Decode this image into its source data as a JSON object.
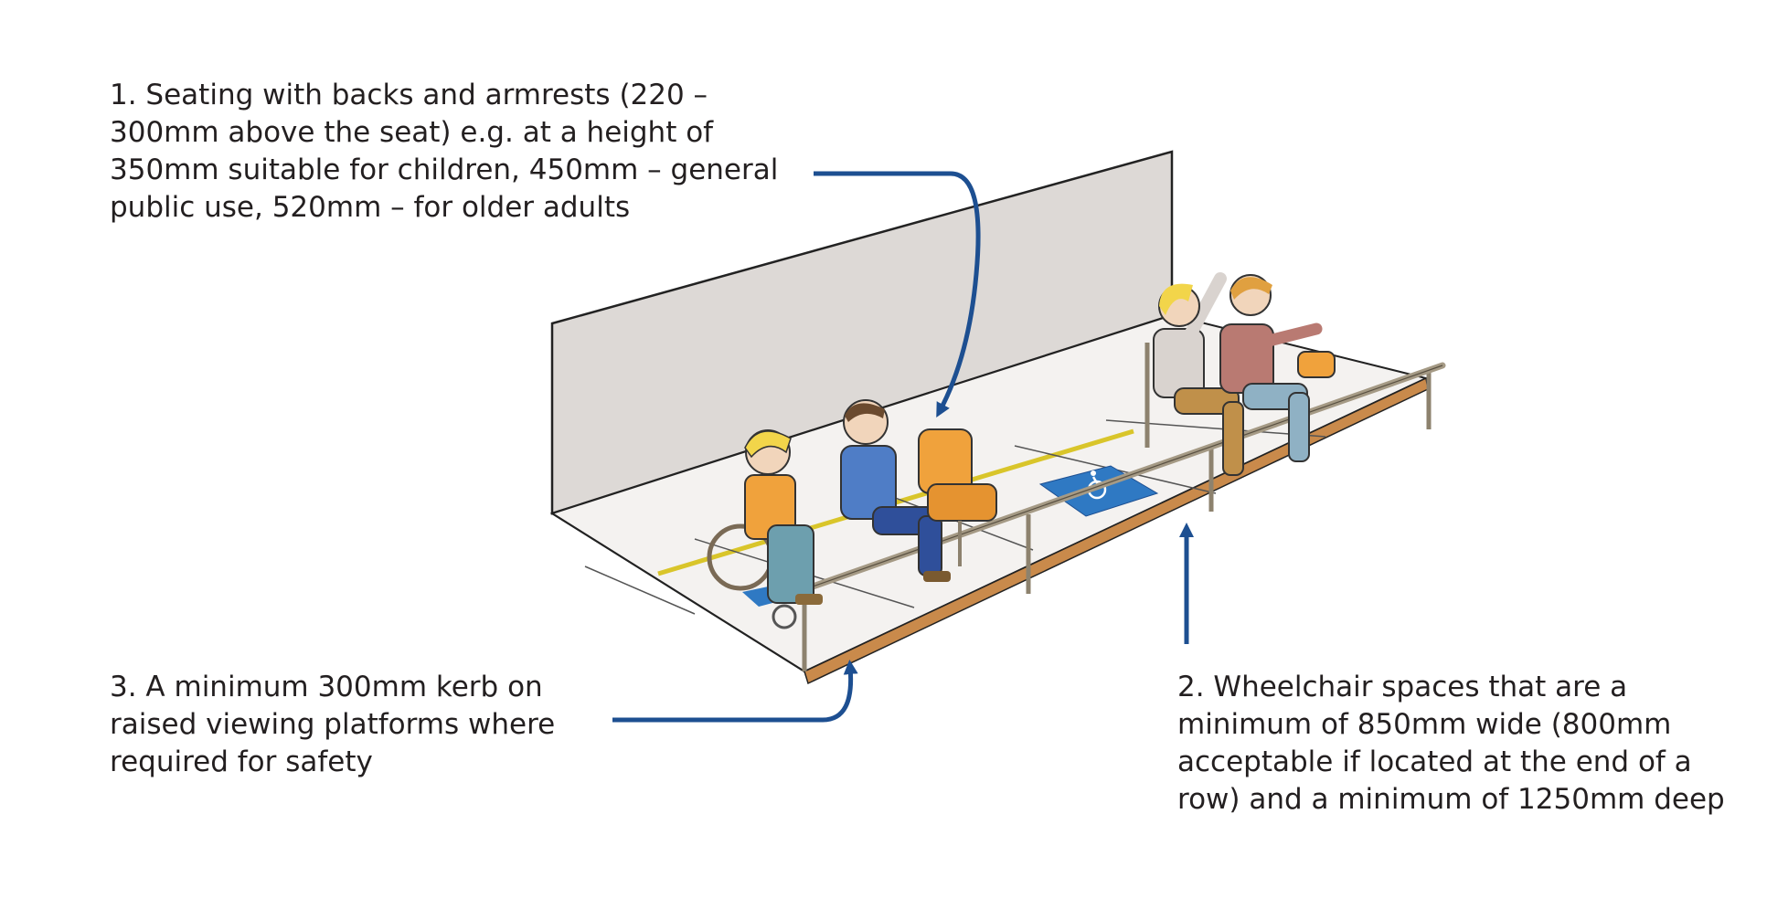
{
  "callouts": {
    "seating": {
      "lines": [
        "1.  Seating with backs and armrests (220 –",
        "300mm above the seat) e.g. at a height of",
        "350mm suitable for children, 450mm – general",
        "public use, 520mm – for older adults"
      ]
    },
    "wheelchair": {
      "lines": [
        "2.  Wheelchair spaces that are a",
        "minimum of 850mm wide (800mm",
        "acceptable if located at the end of a",
        "row) and a minimum of 1250mm deep"
      ]
    },
    "kerb": {
      "lines": [
        "3.  A minimum 300mm kerb on",
        "raised viewing platforms where",
        "required for safety"
      ]
    }
  },
  "colors": {
    "arrow": "#1d4f91",
    "wall": "#ddd9d6",
    "floor": "#f4f2f0",
    "kerb": "#c98a4b",
    "rail": "#a59a85",
    "seat": "#f0a23c",
    "accessible_symbol": "#2f79c3",
    "yellow_stripe": "#d9c52a",
    "text": "#231f20"
  },
  "icons": {
    "accessible_symbol": "wheelchair-symbol-icon"
  }
}
